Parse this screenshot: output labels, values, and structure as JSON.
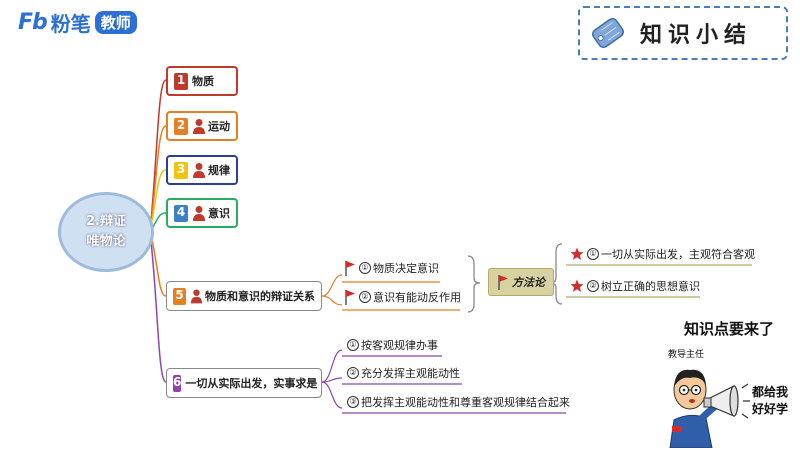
{
  "logo": {
    "mark": "Fb",
    "name": "粉笔",
    "tag": "教师"
  },
  "summary": {
    "title": "知识小结"
  },
  "center": {
    "line1": "2.辩证",
    "line2": "唯物论"
  },
  "nodes": [
    {
      "num": "1",
      "label": "物质",
      "color": "#c0392b"
    },
    {
      "num": "2",
      "label": "运动",
      "color": "#e67e22"
    },
    {
      "num": "3",
      "label": "规律",
      "color": "#f1c40f"
    },
    {
      "num": "4",
      "label": "意识",
      "color": "#27ae60"
    },
    {
      "num": "5",
      "label": "物质和意识的辩证关系",
      "color": "#e67e22"
    },
    {
      "num": "6",
      "label": "一切从实际出发，实事求是",
      "color": "#8e44ad"
    }
  ],
  "relation_items": [
    {
      "num": "①",
      "text": "物质决定意识"
    },
    {
      "num": "②",
      "text": "意识有能动反作用"
    }
  ],
  "method": {
    "label": "方法论"
  },
  "method_items": [
    {
      "num": "①",
      "text": "一切从实际出发，主观符合客观"
    },
    {
      "num": "②",
      "text": "树立正确的思想意识"
    }
  ],
  "practice_items": [
    {
      "num": "①",
      "text": "按客观规律办事"
    },
    {
      "num": "②",
      "text": "充分发挥主观能动性"
    },
    {
      "num": "③",
      "text": "把发挥主观能动性和尊重客观规律结合起来"
    }
  ],
  "teacher": {
    "announce": "知识点要来了",
    "role": "教导主任",
    "bubble_line1": "都给我",
    "bubble_line2": "好好学"
  }
}
